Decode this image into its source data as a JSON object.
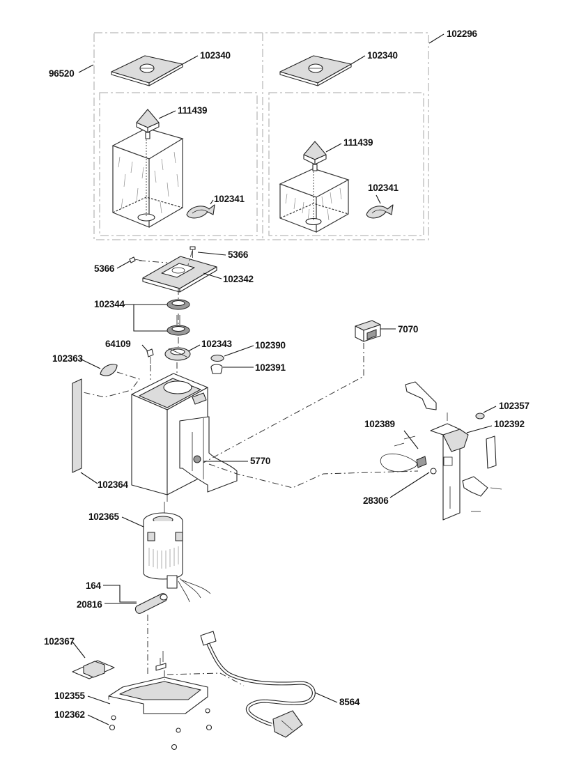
{
  "labels": {
    "l96520": "96520",
    "l102296": "102296",
    "l102340a": "102340",
    "l102340b": "102340",
    "l111439a": "111439",
    "l111439b": "111439",
    "l102341a": "102341",
    "l102341b": "102341",
    "l5366a": "5366",
    "l5366b": "5366",
    "l102342": "102342",
    "l102344": "102344",
    "l64109": "64109",
    "l102343": "102343",
    "l102390": "102390",
    "l102391": "102391",
    "l102363": "102363",
    "l7070": "7070",
    "l102357": "102357",
    "l102392": "102392",
    "l102389": "102389",
    "l5770": "5770",
    "l28306": "28306",
    "l102364": "102364",
    "l102365": "102365",
    "l164": "164",
    "l20816": "20816",
    "l102367": "102367",
    "l102355": "102355",
    "l102362": "102362",
    "l8564": "8564"
  }
}
